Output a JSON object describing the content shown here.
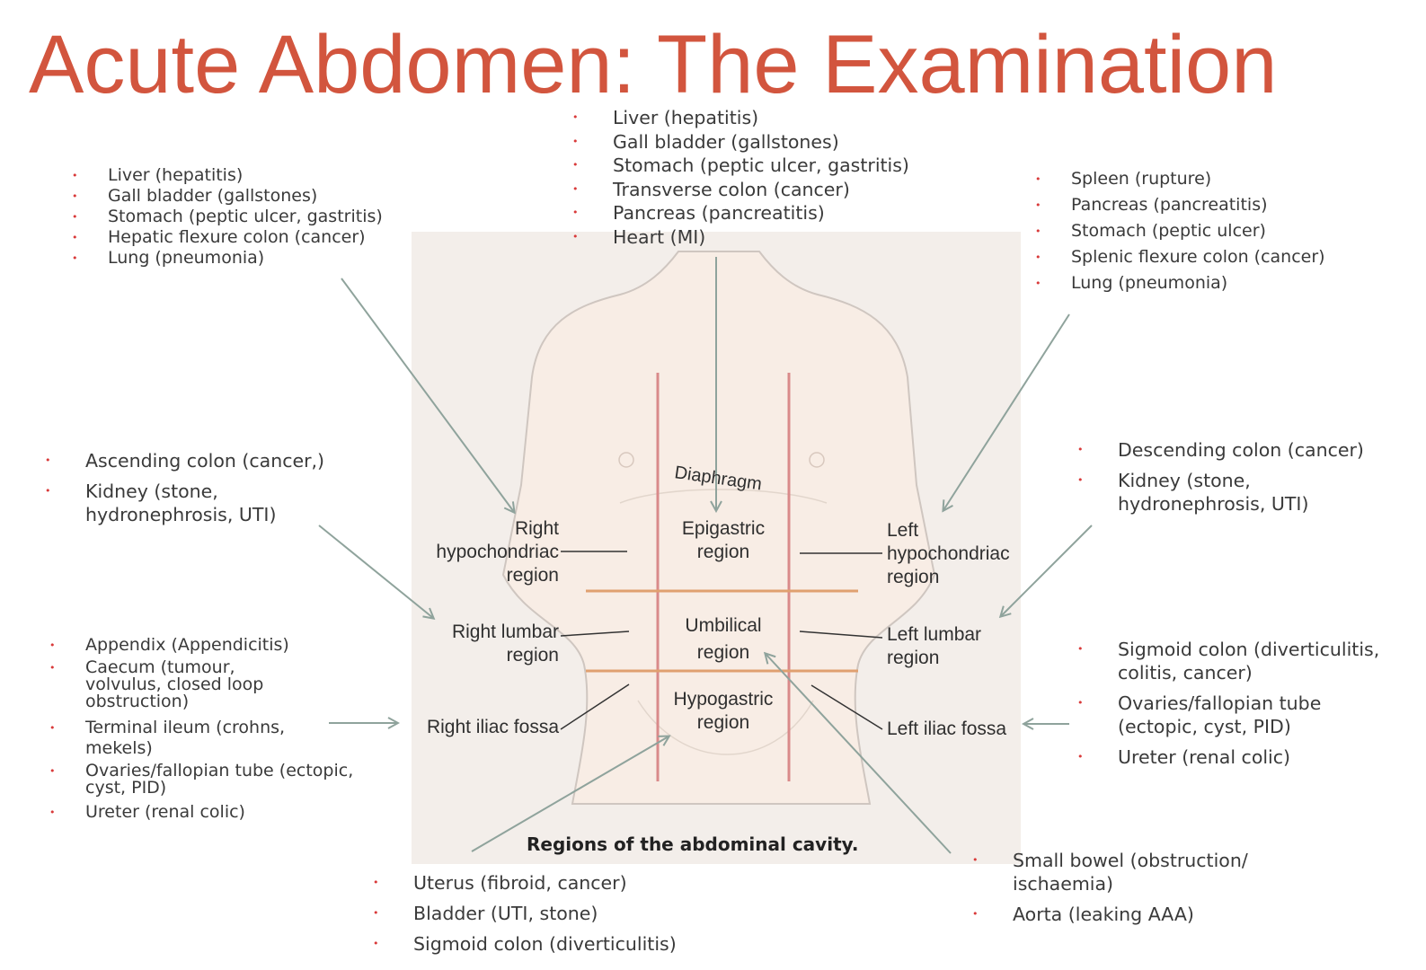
{
  "title": "Acute Abdomen: The Examination",
  "top_center": [
    "Liver (hepatitis)",
    "Gall bladder (gallstones)",
    "Stomach (peptic ulcer, gastritis)",
    "Transverse colon (cancer)",
    "Pancreas (pancreatitis)",
    "Heart (MI)"
  ],
  "upper_left": [
    "Liver (hepatitis)",
    "Gall bladder (gallstones)",
    "Stomach (peptic ulcer, gastritis)",
    "Hepatic flexure colon (cancer)",
    "Lung (pneumonia)"
  ],
  "upper_right": [
    "Spleen (rupture)",
    "Pancreas (pancreatitis)",
    "Stomach (peptic ulcer)",
    "Splenic flexure colon (cancer)",
    "Lung (pneumonia)"
  ],
  "mid_left": [
    "Ascending colon (cancer,)",
    "Kidney (stone, hydronephrosis, UTI)"
  ],
  "mid_right": [
    "Descending colon (cancer)",
    "Kidney (stone, hydronephrosis, UTI)"
  ],
  "lower_left": [
    "Appendix (Appendicitis)",
    "Caecum (tumour, volvulus, closed loop obstruction)",
    "Terminal ileum (crohns, mekels)",
    "Ovaries/fallopian tube (ectopic, cyst, PID)",
    "Ureter (renal colic)"
  ],
  "lower_right": [
    "Sigmoid colon (diverticulitis, colitis, cancer)",
    "Ovaries/fallopian tube (ectopic, cyst, PID)",
    "Ureter (renal colic)"
  ],
  "bottom_center": [
    "Uterus (fibroid, cancer)",
    "Bladder (UTI, stone)",
    "Sigmoid colon (diverticulitis)"
  ],
  "bottom_right": [
    "Small bowel (obstruction/ ischaemia)",
    "Aorta (leaking AAA)"
  ],
  "regions": {
    "diaphragm": "Diaphragm",
    "right_hypochondriac": [
      "Right",
      "hypochondriac",
      "region"
    ],
    "epigastric": [
      "Epigastric",
      "region"
    ],
    "left_hypochondriac": [
      "Left",
      "hypochondriac",
      "region"
    ],
    "right_lumbar": [
      "Right lumbar",
      "region"
    ],
    "umbilical": [
      "Umbilical",
      "region"
    ],
    "left_lumbar": [
      "Left lumbar",
      "region"
    ],
    "right_iliac": "Right iliac fossa",
    "hypogastric": [
      "Hypogastric",
      "region"
    ],
    "left_iliac": "Left iliac fossa"
  },
  "caption": "Regions of the abdominal cavity.",
  "colors": {
    "title": "#d2553e",
    "bullet": "#d93a3a",
    "arrow": "#8fa39c",
    "grid_line": "#d98a8a",
    "skin": "#f7ebe2"
  }
}
